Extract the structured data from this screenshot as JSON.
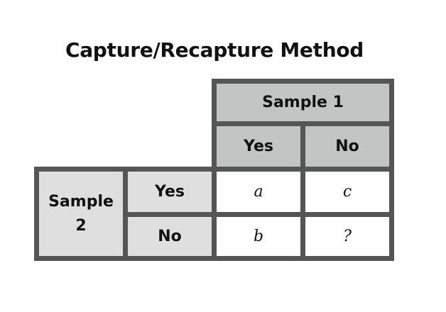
{
  "title": "Capture/Recapture Method",
  "table": {
    "sample1_header": "Sample 1",
    "col_yes": "Yes",
    "col_no": "No",
    "sample2_header_line1": "Sample",
    "sample2_header_line2": "2",
    "row_yes": "Yes",
    "row_no": "No",
    "cells": {
      "yes_yes": "a",
      "yes_no": "c",
      "no_yes": "b",
      "no_no": "?"
    }
  },
  "colors": {
    "border": "#555555",
    "header_dark": "#c3c4c4",
    "header_light": "#dfdfdf",
    "cell_bg": "#ffffff"
  }
}
